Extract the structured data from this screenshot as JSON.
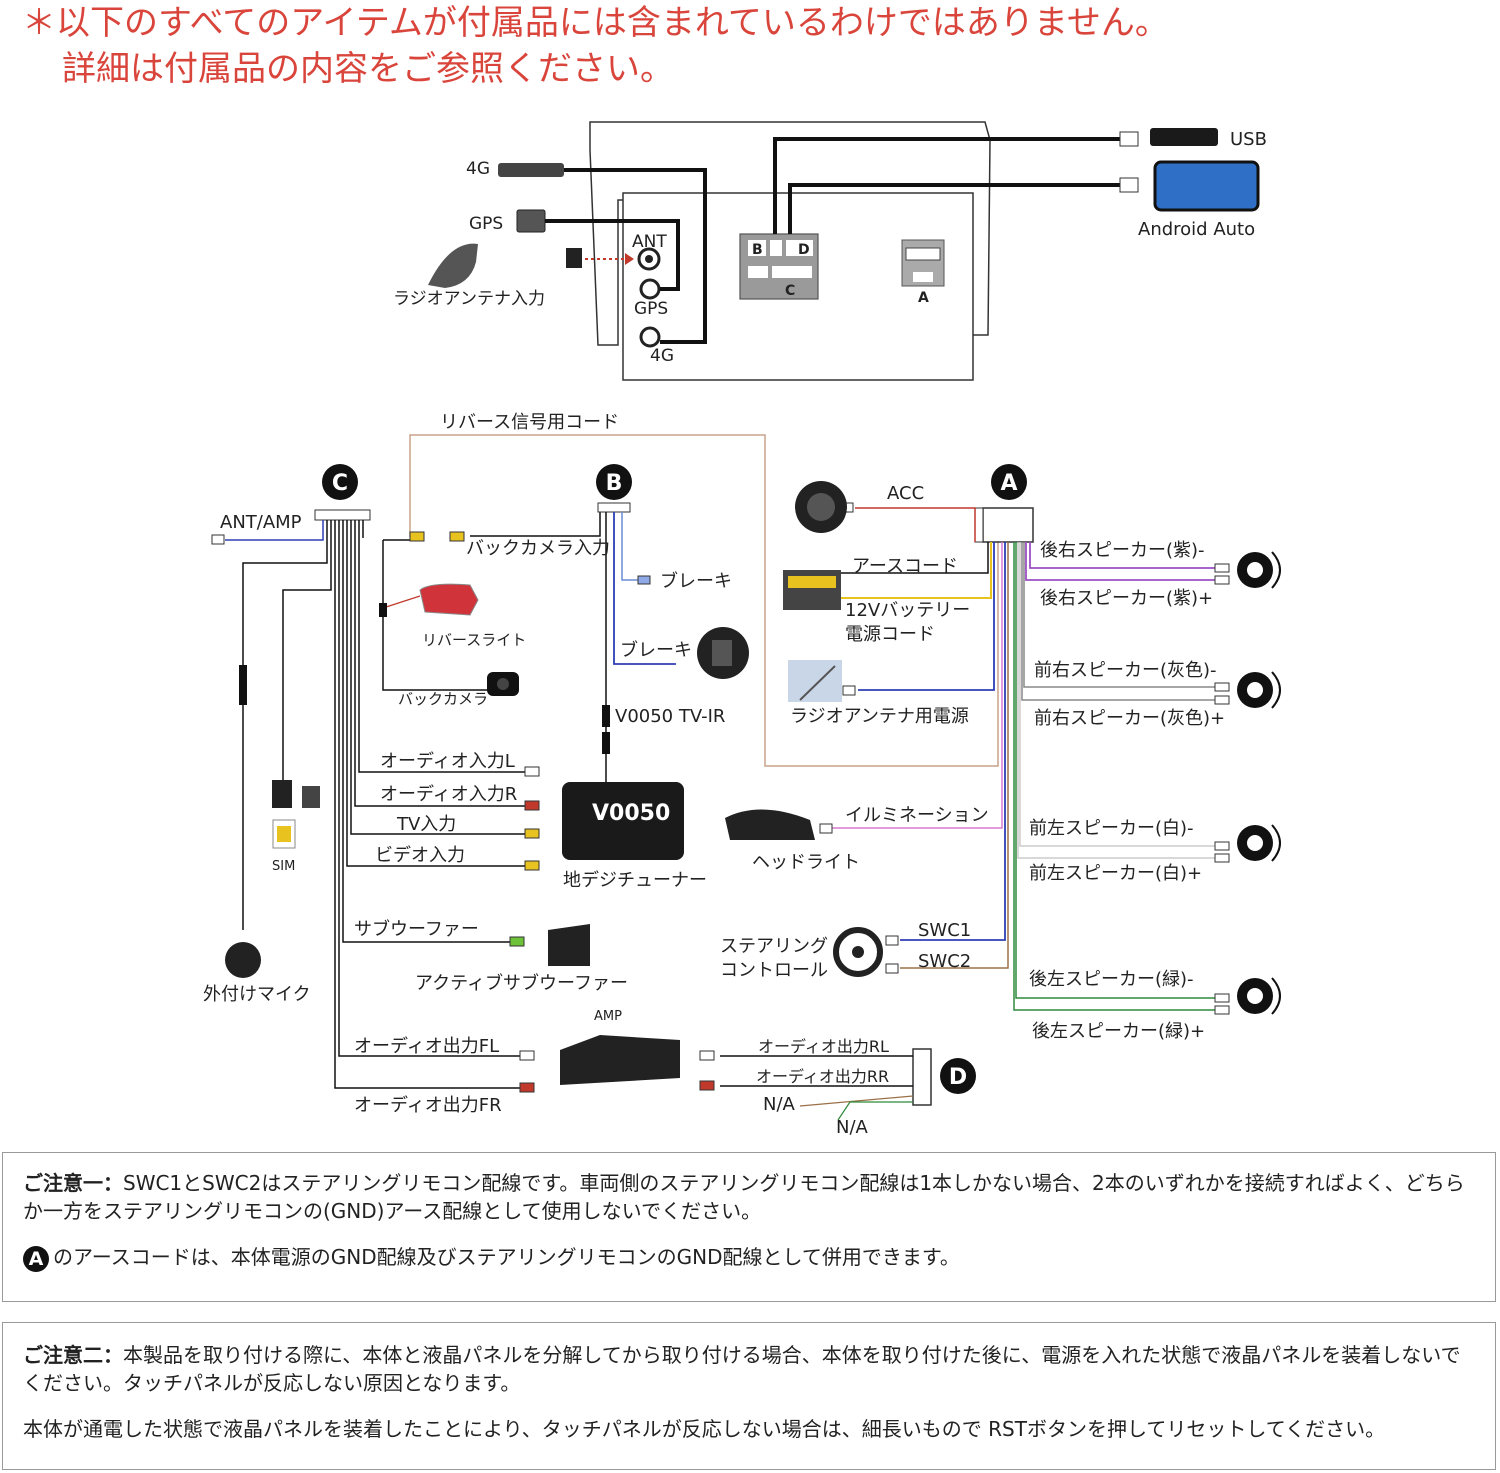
{
  "notice": {
    "line1": "＊以下のすべてのアイテムが付属品には含まれているわけではありません。",
    "line2": "詳細は付属品の内容をご参照ください。"
  },
  "unit": {
    "labels": {
      "4g_top": "4G",
      "gps_top": "GPS",
      "radio": "ラジオアンテナ入力",
      "ant_port": "ANT",
      "gps_port": "GPS",
      "4g_port": "4G",
      "b": "B",
      "d": "D",
      "c": "C",
      "a": "A",
      "usb": "USB",
      "android_auto": "Android Auto"
    }
  },
  "harness": {
    "badges": {
      "c": "C",
      "b": "B",
      "a": "A",
      "d": "D"
    },
    "left": {
      "reverse_signal": "リバース信号用コード",
      "ant_amp": "ANT/AMP",
      "back_camera_input": "バックカメラ入力",
      "reverse_light": "リバースライト",
      "back_camera": "バックカメラ",
      "brake1": "ブレーキ",
      "brake2": "ブレーキ",
      "v0050_tvir": "V0050 TV-IR",
      "audio_in_l": "オーディオ入力L",
      "audio_in_r": "オーディオ入力R",
      "tv_in": "TV入力",
      "video_in": "ビデオ入力",
      "v0050": "V0050",
      "tuner": "地デジチューナー",
      "sim": "SIM",
      "mic": "外付けマイク",
      "subwoofer": "サブウーファー",
      "active_sub": "アクティブサブウーファー",
      "amp": "AMP",
      "out_fl": "オーディオ出力FL",
      "out_fr": "オーディオ出力FR",
      "out_rl": "オーディオ出力RL",
      "out_rr": "オーディオ出力RR",
      "na1": "N/A",
      "na2": "N/A"
    },
    "right": {
      "acc": "ACC",
      "earth": "アースコード",
      "battery1": "12Vバッテリー",
      "battery2": "電源コード",
      "radio_power": "ラジオアンテナ用電源",
      "illumination": "イルミネーション",
      "headlight": "ヘッドライト",
      "steering1": "ステアリング",
      "steering2": "コントロール",
      "swc1": "SWC1",
      "swc2": "SWC2",
      "rr_minus": "後右スピーカー(紫)-",
      "rr_plus": "後右スピーカー(紫)+",
      "fr_minus": "前右スピーカー(灰色)-",
      "fr_plus": "前右スピーカー(灰色)+",
      "fl_minus": "前左スピーカー(白)-",
      "fl_plus": "前左スピーカー(白)+",
      "rl_minus": "後左スピーカー(緑)-",
      "rl_plus": "後左スピーカー(緑)+"
    }
  },
  "notes": {
    "note1_head": "ご注意一：",
    "note1_body": "SWC1とSWC2はステアリングリモコン配線です。車両側のステアリングリモコン配線は1本しかない場合、2本のいずれかを接続すればよく、どちらか一方をステアリングリモコンの(GND)アース配線として使用しないでください。",
    "note1_badge": "A",
    "note1_extra": "のアースコードは、本体電源のGND配線及びステアリングリモコンのGND配線として併用できます。",
    "note2_head": "ご注意二：",
    "note2_body": "本製品を取り付ける際に、本体と液晶パネルを分解してから取り付ける場合、本体を取り付けた後に、電源を入れた状態で液晶パネルを装着しないでください。タッチパネルが反応しない原因となります。",
    "note2_extra": "本体が通電した状態で液晶パネルを装着したことにより、タッチパネルが反応しない場合は、細長いもので RSTボタンを押してリセットしてください。"
  },
  "colors": {
    "notice_red": "#d9443b",
    "wire_purple": "#9b4fc4",
    "wire_gray": "#888888",
    "wire_green": "#2f8a3a",
    "wire_blue": "#2e3fb5",
    "wire_yellow": "#e8c21e",
    "wire_red": "#c0392b",
    "wire_brown": "#9a7048",
    "wire_orange": "#d96a3a"
  }
}
